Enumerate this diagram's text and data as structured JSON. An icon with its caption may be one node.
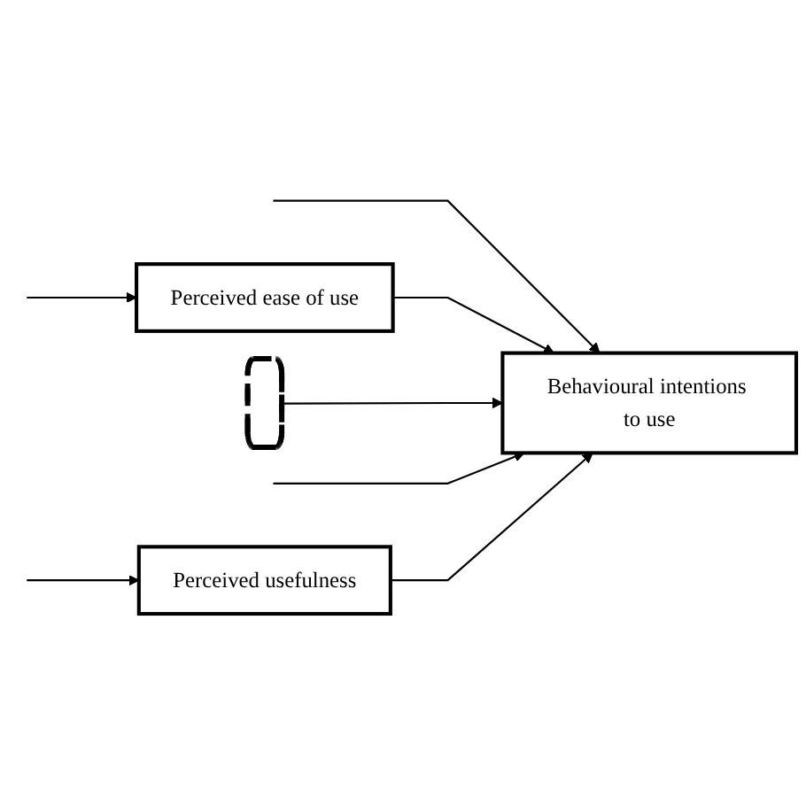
{
  "diagram": {
    "nodes": [
      {
        "text": [
          "Perceived ease of use"
        ]
      },
      {
        "text": [],
        "shape": "box"
      },
      {
        "text": [
          "Behavioural intentions to use"
        ]
      },
      {
        "text": [
          "Perceived usefulness"
        ]
      }
    ],
    "edges": [
      {
        "from": null,
        "to": 0,
        "arrow": "to"
      },
      {
        "from": null,
        "to": 2,
        "arrow": "to"
      },
      {
        "from": 0,
        "to": 2,
        "arrow": "to"
      },
      {
        "from": 1,
        "to": 2,
        "arrow": "to"
      },
      {
        "from": null,
        "to": 2,
        "arrow": "to"
      },
      {
        "from": null,
        "to": 3,
        "arrow": "to"
      },
      {
        "from": 3,
        "to": 2,
        "arrow": "to"
      }
    ]
  }
}
